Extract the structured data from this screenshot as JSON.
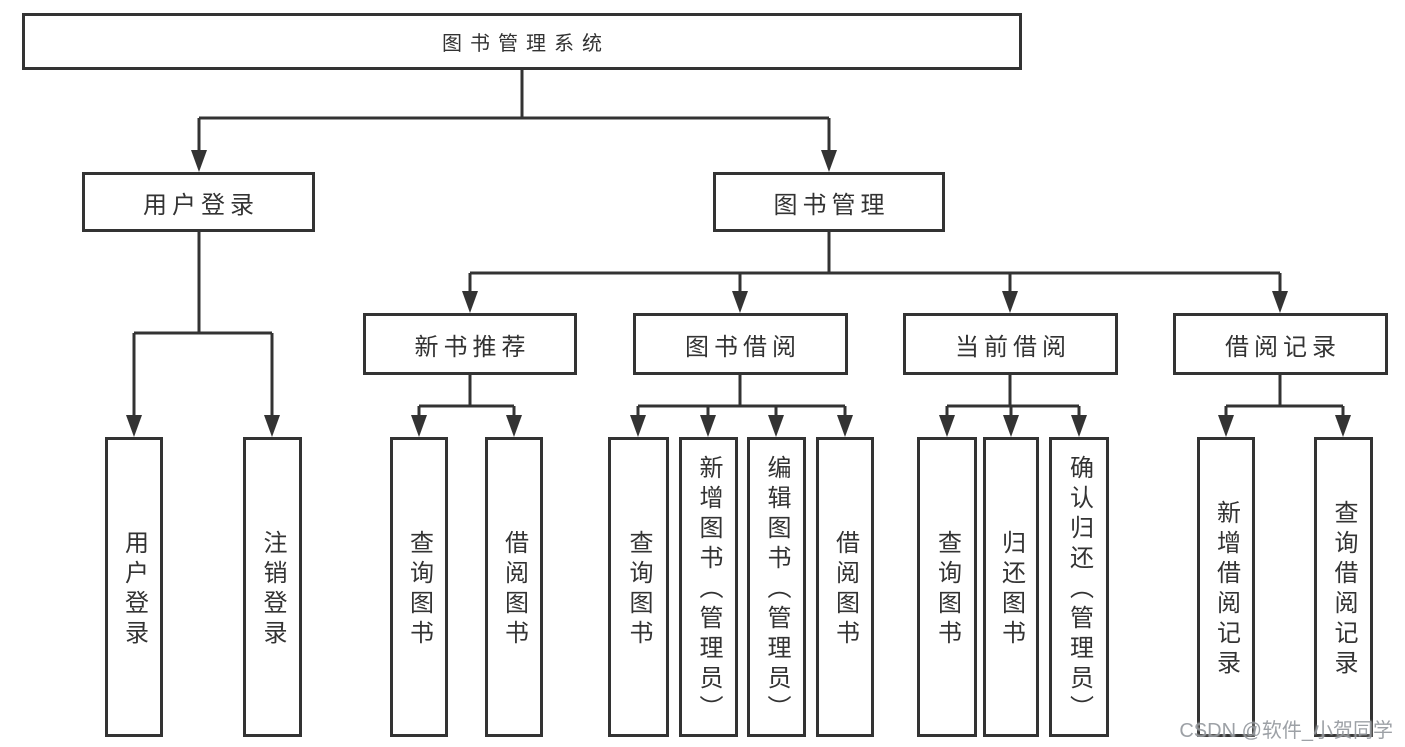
{
  "diagram": {
    "root": {
      "label": "图书管理系统"
    },
    "level2": {
      "user_login": {
        "label": "用户登录"
      },
      "book_management": {
        "label": "图书管理"
      }
    },
    "user_login_children": [
      {
        "label": "用户登录"
      },
      {
        "label": "注销登录"
      }
    ],
    "sections": [
      {
        "label": "新书推荐",
        "children": [
          {
            "label": "查询图书"
          },
          {
            "label": "借阅图书"
          }
        ]
      },
      {
        "label": "图书借阅",
        "children": [
          {
            "label": "查询图书"
          },
          {
            "label": "新增图书（管理员）"
          },
          {
            "label": "编辑图书（管理员）"
          },
          {
            "label": "借阅图书"
          }
        ]
      },
      {
        "label": "当前借阅",
        "children": [
          {
            "label": "查询图书"
          },
          {
            "label": "归还图书"
          },
          {
            "label": "确认归还（管理员）"
          }
        ]
      },
      {
        "label": "借阅记录",
        "children": [
          {
            "label": "新增借阅记录"
          },
          {
            "label": "查询借阅记录"
          }
        ]
      }
    ]
  },
  "watermark": {
    "text": "CSDN @软件_小贺同学"
  },
  "colors": {
    "line": "#333333",
    "box_border": "#333333",
    "text": "#333333",
    "background": "#ffffff",
    "watermark": "#8c9096"
  }
}
